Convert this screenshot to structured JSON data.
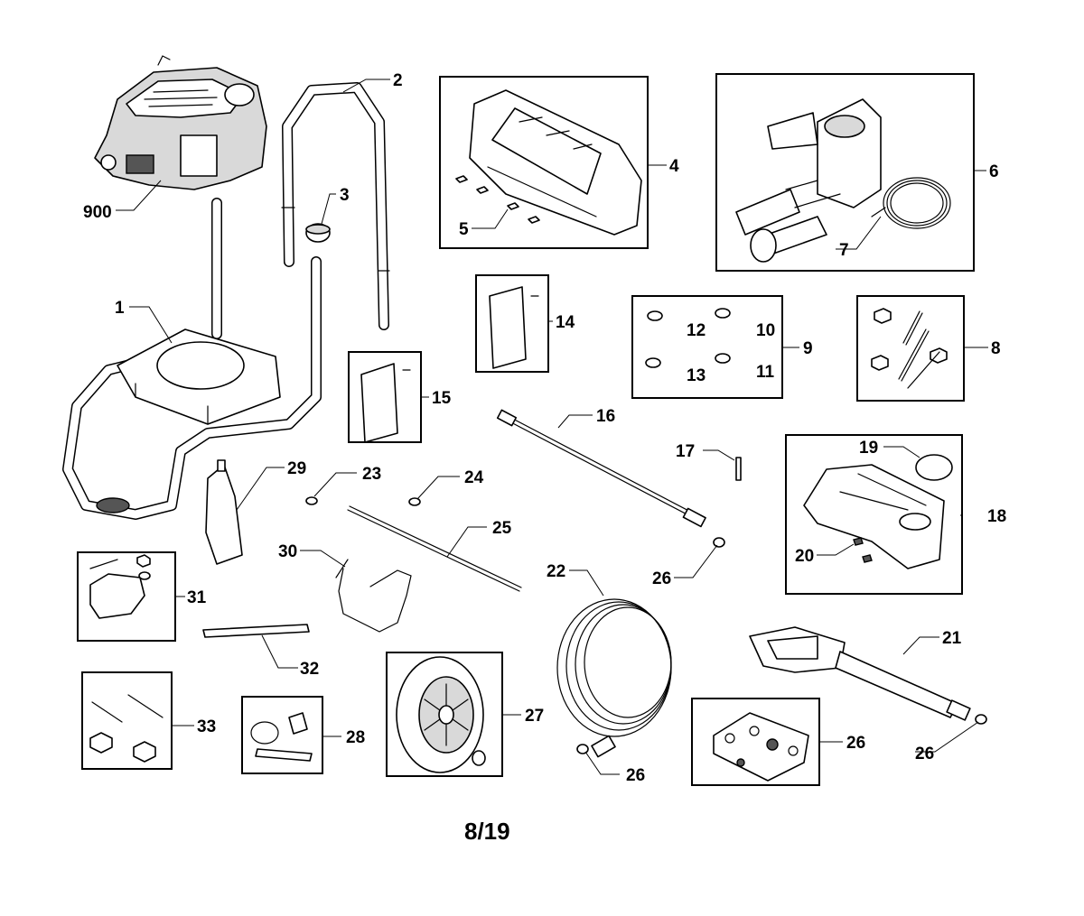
{
  "page_label": "8/19",
  "callouts": {
    "c900": "900",
    "c1": "1",
    "c2": "2",
    "c3": "3",
    "c4": "4",
    "c5": "5",
    "c6": "6",
    "c7": "7",
    "c8": "8",
    "c9": "9",
    "c10": "10",
    "c11": "11",
    "c12": "12",
    "c13": "13",
    "c14": "14",
    "c15": "15",
    "c16": "16",
    "c17": "17",
    "c18": "18",
    "c19": "19",
    "c20": "20",
    "c21": "21",
    "c22": "22",
    "c23": "23",
    "c24": "24",
    "c25": "25",
    "c26a": "26",
    "c26b": "26",
    "c26c": "26",
    "c26d": "26",
    "c27": "27",
    "c28": "28",
    "c29": "29",
    "c30": "30",
    "c31": "31",
    "c32": "32",
    "c33": "33"
  }
}
